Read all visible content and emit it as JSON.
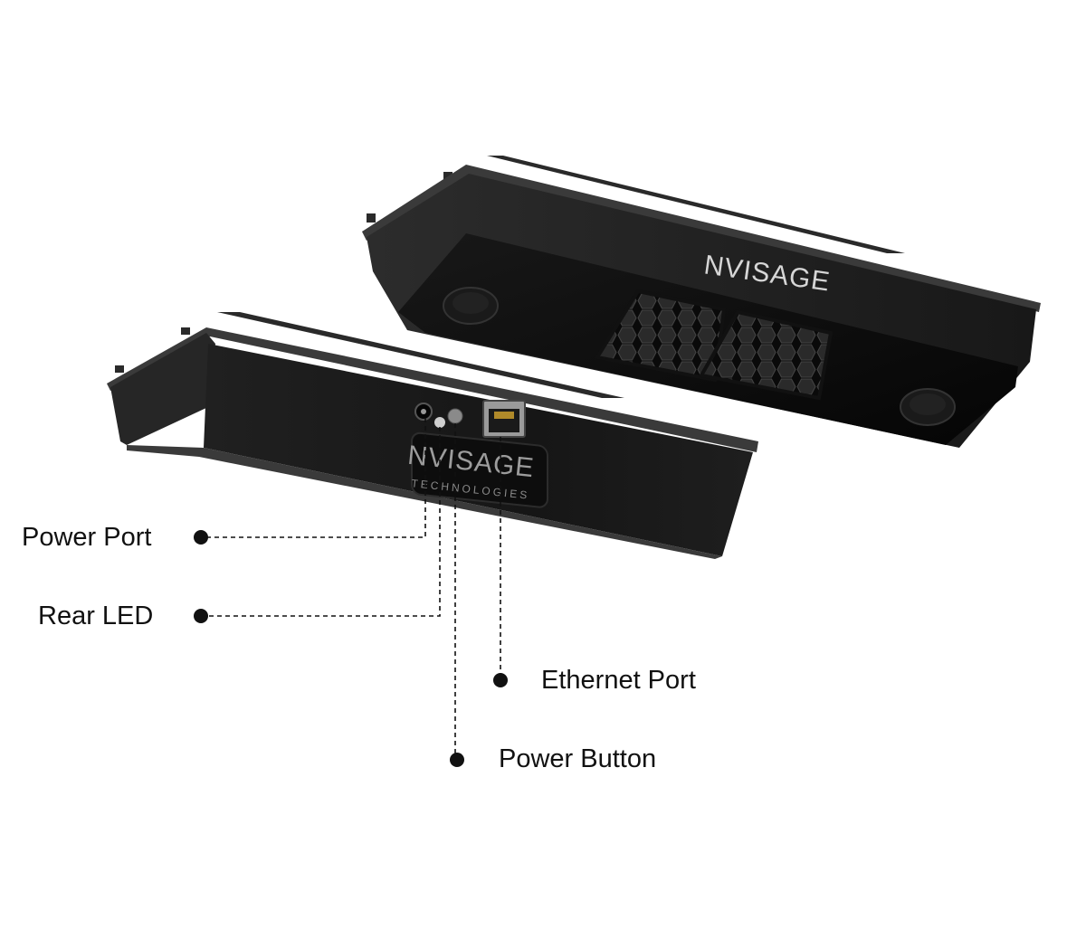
{
  "device": {
    "front_logo": "NVISAGE",
    "rear_logo": "NVISAGE",
    "rear_logo_sub": "TECHNOLOGIES"
  },
  "callouts": {
    "power_port": "Power Port",
    "rear_led": "Rear LED",
    "ethernet_port": "Ethernet Port",
    "power_button": "Power Button"
  },
  "colors": {
    "body_dark": "#1c1c1c",
    "panel_black": "#0c0c0c",
    "rim": "#2e2e2e",
    "leader_line": "#111111",
    "label_text": "#111111"
  }
}
